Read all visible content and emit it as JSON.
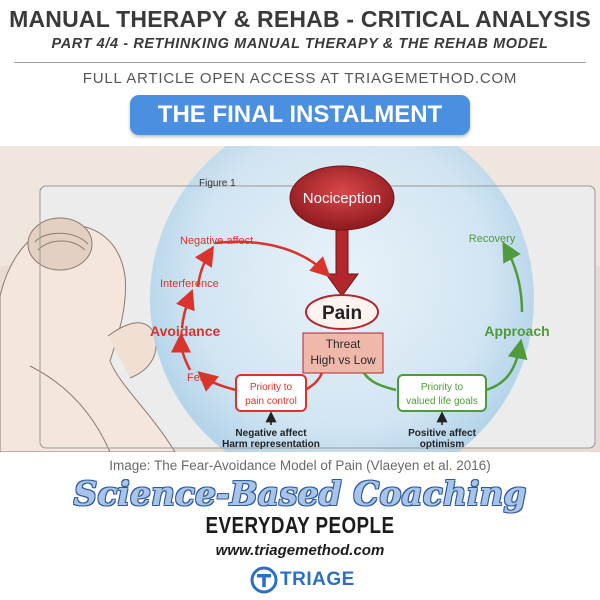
{
  "header": {
    "title": "MANUAL THERAPY & REHAB - CRITICAL ANALYSIS",
    "subtitle": "PART 4/4 - RETHINKING MANUAL THERAPY & THE REHAB MODEL",
    "access_note": "FULL ARTICLE OPEN ACCESS AT TRIAGEMETHOD.COM",
    "banner": "THE FINAL INSTALMENT"
  },
  "figure": {
    "figure_label": "Figure 1",
    "nodes": {
      "nociception": "Nociception",
      "pain": "Pain",
      "threat_line1": "Threat",
      "threat_line2": "High vs Low",
      "priority_left_line1": "Priority to",
      "priority_left_line2": "pain control",
      "priority_right_line1": "Priority to",
      "priority_right_line2": "valued life goals"
    },
    "left_cycle": {
      "negative_affect": "Negative affect",
      "interference": "Interference",
      "avoidance": "Avoidance",
      "fear": "Fear"
    },
    "right_cycle": {
      "recovery": "Recovery",
      "approach": "Approach"
    },
    "bottom_left_line1": "Negative affect",
    "bottom_left_line2": "Harm representation",
    "bottom_right_line1": "Positive affect",
    "bottom_right_line2": "optimism",
    "colors": {
      "left_cycle": "#d9342b",
      "right_cycle": "#4f9a3a",
      "nociception_fill": "#b3262b",
      "threat_fill": "#f0b7ab"
    }
  },
  "caption": "Image: The Fear-Avoidance Model of Pain (Vlaeyen et al. 2016)",
  "footer": {
    "tagline": "Science-Based Coaching",
    "tagline2": "EVERYDAY PEOPLE",
    "url": "www.triagemethod.com",
    "logo_text": "TRIAGE"
  }
}
